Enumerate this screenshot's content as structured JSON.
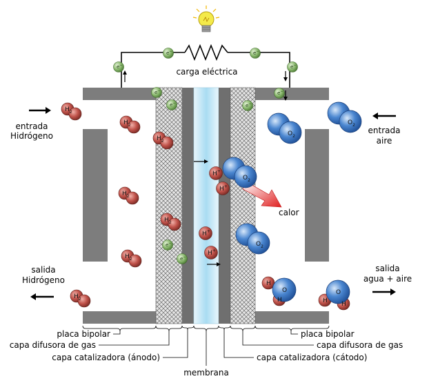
{
  "labels": {
    "load": "carga eléctrica",
    "h2_in_line1": "entrada",
    "h2_in_line2": "Hidrógeno",
    "h2_out_line1": "salida",
    "h2_out_line2": "Hidrógeno",
    "air_in_line1": "entrada",
    "air_in_line2": "aire",
    "out_line1": "salida",
    "out_line2": "agua + aire",
    "heat": "calor",
    "bipolar_left": "placa bipolar",
    "gdl_left": "capa difusora de gas",
    "cat_anode": "capa catalizadora (ánodo)",
    "membrane": "membrana",
    "cat_cathode": "capa catalizadora (cátodo)",
    "gdl_right": "capa difusora de gas",
    "bipolar_right": "placa bipolar"
  },
  "molecules": {
    "hydrogen": "H",
    "hydrogen_sub": "2",
    "proton": "H",
    "proton_sup": "+",
    "oxygen": "O",
    "oxygen_sub": "2",
    "electron": "e",
    "electron_sup": "−",
    "water_h": "H",
    "water_o": "O"
  },
  "colors": {
    "plate": "#7d7d7d",
    "hydrogen": "#c0524a",
    "oxygen": "#4a86d0",
    "electron": "#86b56a",
    "membrane": "#d7eef8",
    "heat_arrow": "#e02020",
    "bulb": "#f4ea4a"
  },
  "icons": {
    "bulb": "light-bulb-icon",
    "resistor": "resistor-symbol"
  }
}
